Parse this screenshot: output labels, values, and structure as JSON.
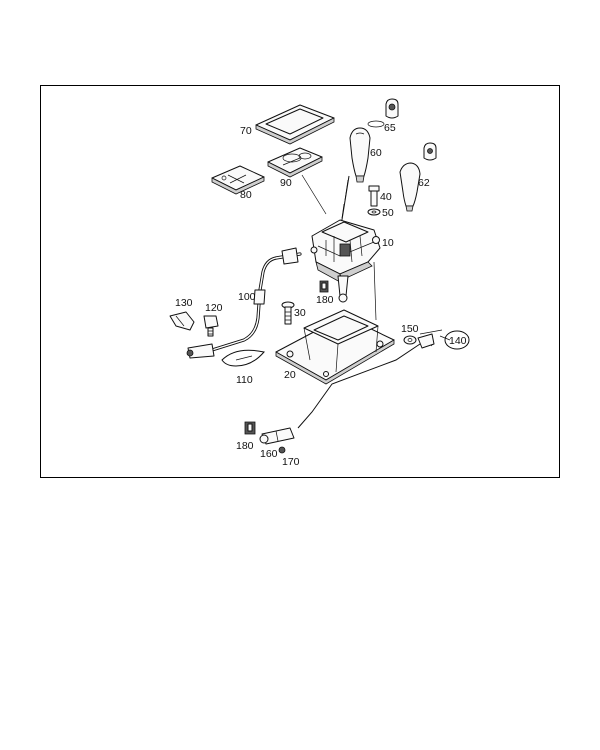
{
  "diagram": {
    "callouts": {
      "p10": "10",
      "p20": "20",
      "p30": "30",
      "p40": "40",
      "p50": "50",
      "p60": "60",
      "p62": "62",
      "p65": "65",
      "p70": "70",
      "p80": "80",
      "p90": "90",
      "p100": "100",
      "p110": "110",
      "p120": "120",
      "p130": "130",
      "p140": "140",
      "p150": "150",
      "p160": "160",
      "p170": "170",
      "p180a": "180",
      "p180b": "180"
    }
  }
}
